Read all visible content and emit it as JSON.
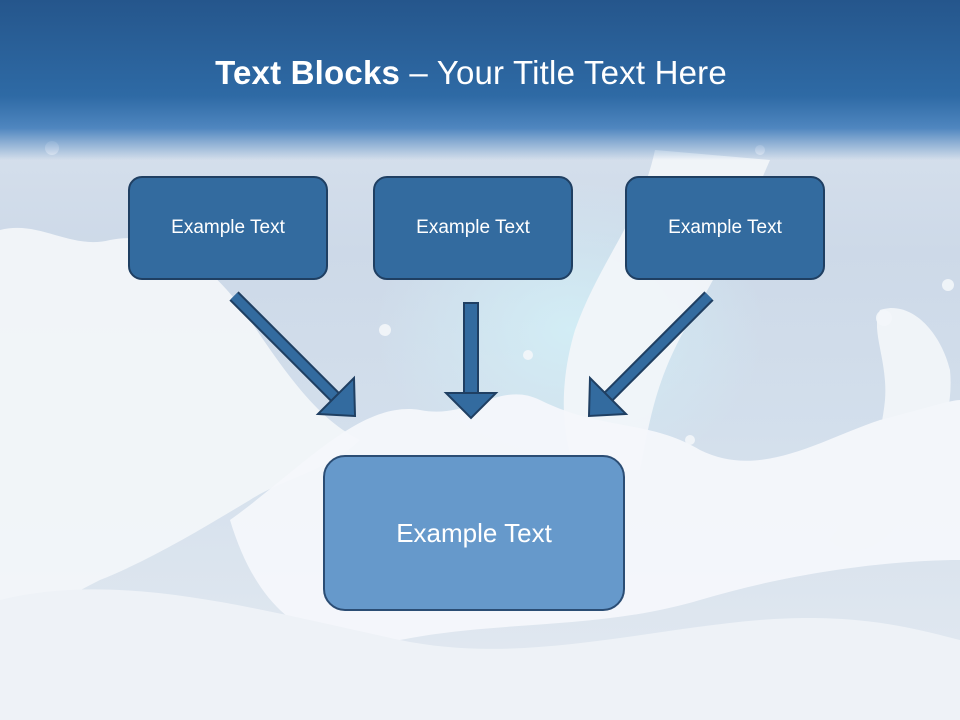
{
  "title": {
    "bold": "Text Blocks",
    "rest": " – Your Title Text Here"
  },
  "boxes": {
    "left": "Example Text",
    "center": "Example Text",
    "right": "Example Text",
    "bottom": "Example Text"
  },
  "colors": {
    "header": "#2e6aa5",
    "box_dark": "#336b9f",
    "box_light": "#6699cb",
    "arrow": "#336b9f"
  }
}
